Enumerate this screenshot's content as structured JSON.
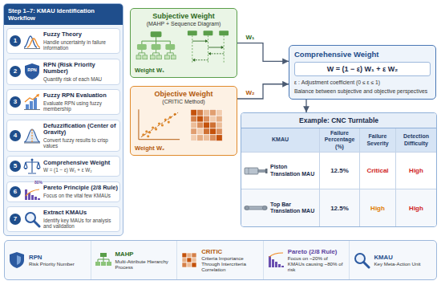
{
  "diagram": {
    "nodes": [
      {
        "text": [
          "Step 1–7: KMAU Identification Workflow"
        ]
      },
      {
        "text": [
          "1",
          "Fuzzy Theory",
          "Handle uncertainty in failure information"
        ],
        "in": 0
      },
      {
        "text": [
          "2",
          "RPN (Risk Priority Number)",
          "Quantify risk of each MAU"
        ],
        "in": 0
      },
      {
        "text": [
          "3",
          "Fuzzy RPN Evaluation",
          "Evaluate RPN using fuzzy membership"
        ],
        "in": 0
      },
      {
        "text": [
          "4",
          "Defuzzification (Center of Gravity)",
          "Convert fuzzy results to crisp values"
        ],
        "in": 0
      },
      {
        "text": [
          "5",
          "Comprehensive Weight",
          "W = (1 − ε) W₁ + ε W₂"
        ],
        "in": 0
      },
      {
        "text": [
          "6",
          "Pareto Principle (2/8 Rule)",
          "Focus on the vital few KMAUs"
        ],
        "in": 0
      },
      {
        "text": [
          "7",
          "Extract KMAUs",
          "Identify key MAUs for analysis and validation"
        ],
        "in": 0
      },
      {
        "text": [
          "Subjective Weight",
          "(MAHP + Sequence Diagram)",
          "Weight W₁"
        ]
      },
      {
        "text": [
          "Comprehensive Weight",
          "W = (1 − ε) W₁ + ε W₂",
          "ε : Adjustment coefficient (0 ≤ ε ≤ 1)",
          "Balance between subjective and objective perspectives"
        ]
      },
      {
        "text": [
          "Objective Weight",
          "(CRITIC Method)",
          "Weight W₂"
        ]
      },
      {
        "text": [
          "Example: CNC Turntable"
        ]
      }
    ],
    "edges": [
      {
        "from": 8,
        "to": 9,
        "arrow": "to",
        "label": "W₁"
      },
      {
        "from": 10,
        "to": 9,
        "arrow": "to",
        "label": "W₂"
      },
      {
        "from": 9,
        "to": 11,
        "arrow": "to"
      }
    ],
    "labels": [
      "RPN",
      "80%",
      "KMAU",
      "Failure Percentage (%)",
      "Failure Severity",
      "Detection Difficulty",
      "Piston Translation MAU",
      "12.5%",
      "Critical",
      "High",
      "Top Bar Translation MAU",
      "12.5%",
      "High",
      "High",
      "RPN",
      "MAHP",
      "CRITIC",
      "Pareto (2/8 Rule)",
      "KMAU"
    ],
    "legend": [
      {
        "text": "Risk Priority Number"
      },
      {
        "text": "Multi-Attribute Hierarchy Process"
      },
      {
        "text": "Criteria Importance Through Intercriteria Correlation"
      },
      {
        "text": "Focus on ~20% of KMAUs causing ~80% of risk"
      },
      {
        "text": "Key Meta-Action Unit"
      }
    ]
  }
}
